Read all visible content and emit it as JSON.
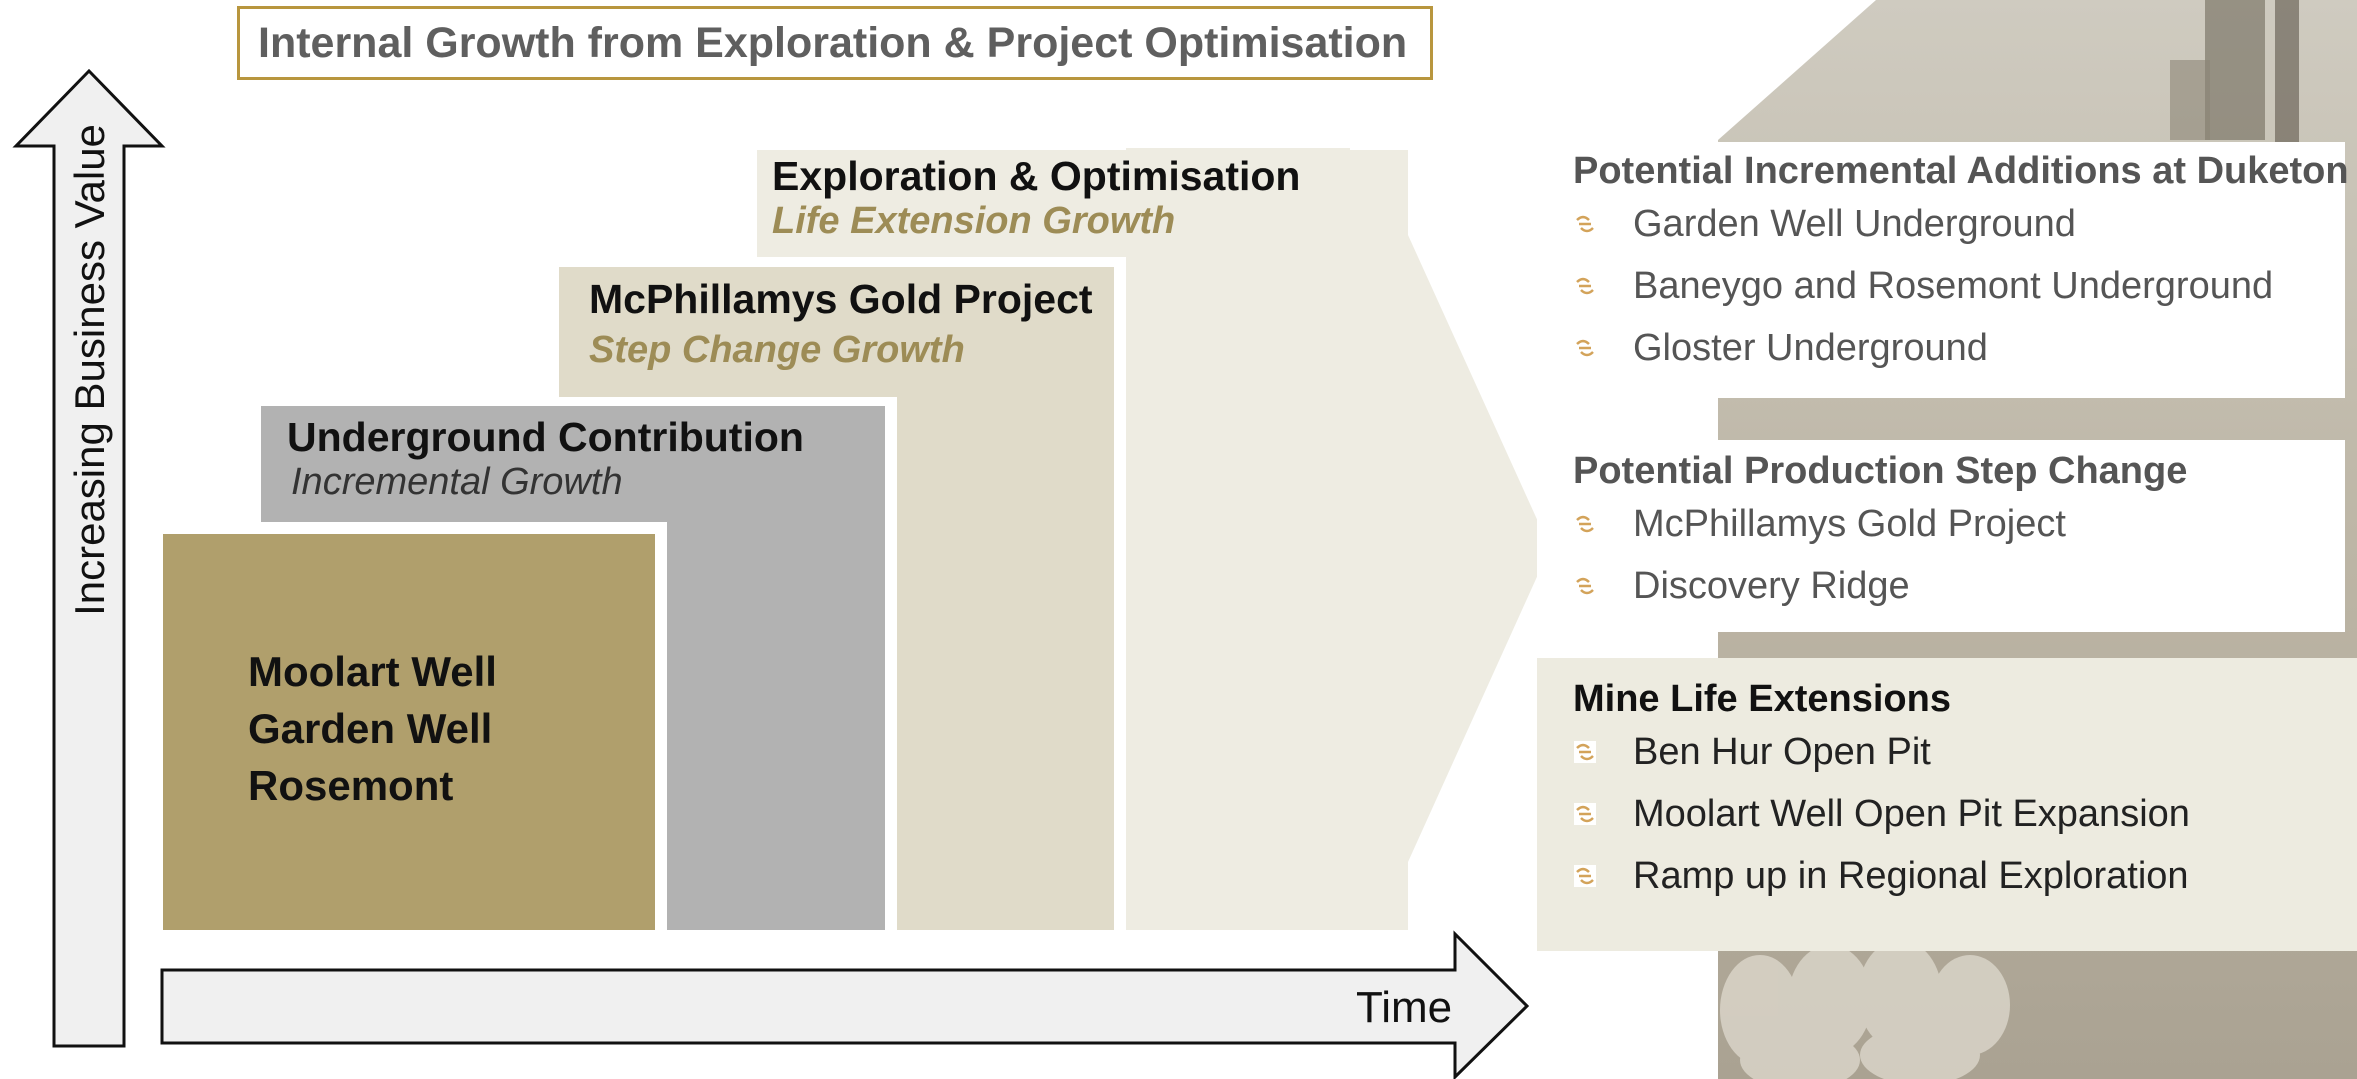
{
  "title": "Internal Growth from Exploration & Project Optimisation",
  "axes": {
    "y_label": "Increasing Business Value",
    "x_label": "Time"
  },
  "steps": {
    "base": {
      "lines": [
        "Moolart Well",
        "Garden Well",
        "Rosemont"
      ],
      "color": "#b09f6c"
    },
    "step2": {
      "title": "Underground Contribution",
      "subtitle": "Incremental Growth",
      "color": "#b2b2b2"
    },
    "step3": {
      "title": "McPhillamys Gold Project",
      "subtitle": "Step Change Growth",
      "color": "#e0dbc9"
    },
    "step4": {
      "title": "Exploration & Optimisation",
      "subtitle": "Life Extension Growth",
      "color": "#eeece2"
    }
  },
  "panels": [
    {
      "title": "Potential Incremental Additions at Duketon",
      "items": [
        "Garden Well Underground",
        "Baneygo and Rosemont Underground",
        "Gloster Underground"
      ]
    },
    {
      "title": "Potential Production Step Change",
      "items": [
        "McPhillamys Gold Project",
        "Discovery Ridge"
      ]
    },
    {
      "title": "Mine Life Extensions",
      "items": [
        "Ben Hur Open Pit",
        "Moolart Well Open Pit Expansion",
        "Ramp up in Regional Exploration"
      ]
    }
  ],
  "colors": {
    "accent": "#b8963e",
    "bullet": "#d3a35a",
    "photo_tint": "#bfb9aa"
  }
}
